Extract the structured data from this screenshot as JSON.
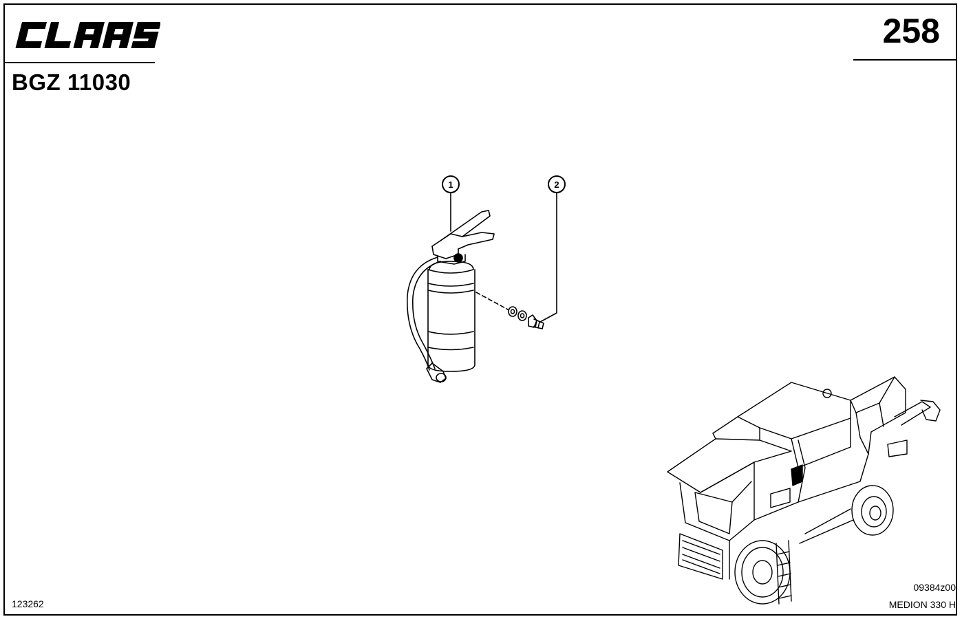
{
  "header": {
    "brand_logo": "CLAAS",
    "doc_code": "BGZ 11030",
    "page_number": "258"
  },
  "footer": {
    "drawing_number": "123262",
    "image_code": "09384z00",
    "model": "MEDION 330 H"
  },
  "callouts": [
    "1",
    "2"
  ],
  "illustration": {
    "main_part_icon": "fire-extinguisher-icon",
    "fastener_icon": "bolt-washer-nut-icon",
    "machine_icon": "combine-harvester-icon"
  }
}
